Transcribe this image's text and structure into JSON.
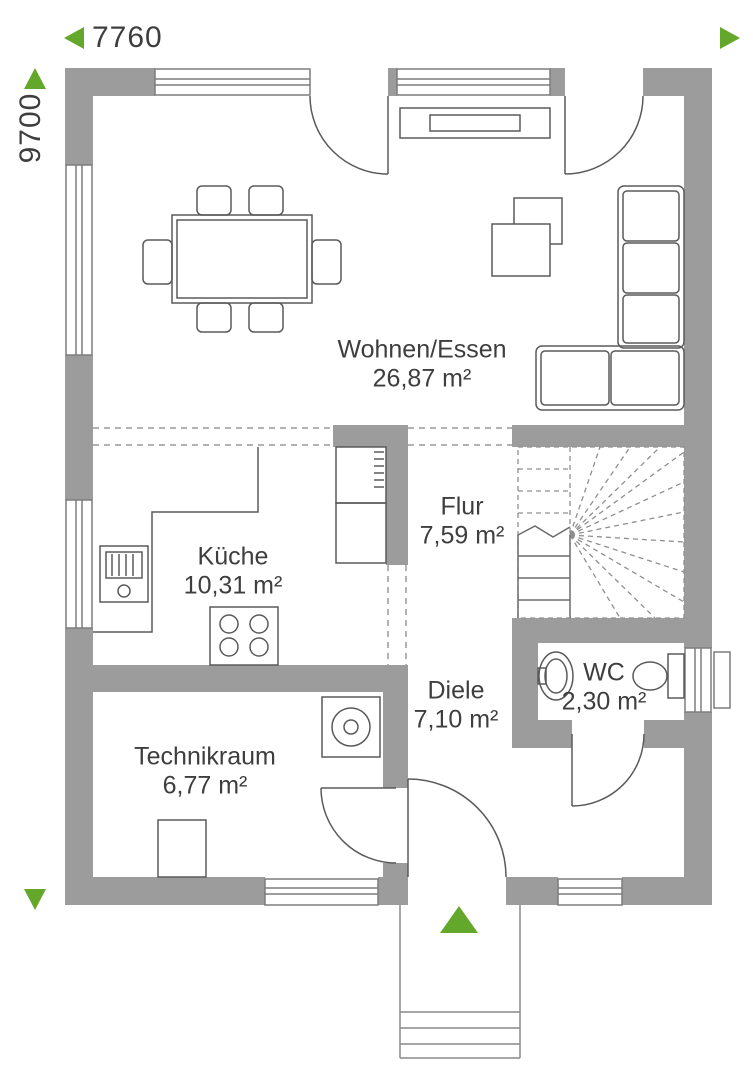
{
  "plan": {
    "dimensions": {
      "width_label": "7760",
      "height_label": "9700"
    },
    "rooms": [
      {
        "name": "Wohnen/Essen",
        "area": "26,87 m²"
      },
      {
        "name": "Küche",
        "area": "10,31 m²"
      },
      {
        "name": "Flur",
        "area": "7,59 m²"
      },
      {
        "name": "Diele",
        "area": "7,10 m²"
      },
      {
        "name": "WC",
        "area": "2,30 m²"
      },
      {
        "name": "Technikraum",
        "area": "6,77 m²"
      }
    ],
    "colors": {
      "accent_green": "#63a82b",
      "wall_gray": "#9c9c9c",
      "line_dark": "#5a5a5a",
      "text": "#3e3e3e"
    },
    "icons": [
      "dimension-arrow-left-icon",
      "dimension-arrow-right-icon",
      "dimension-arrow-up-icon",
      "dimension-arrow-down-icon",
      "entrance-direction-arrow-icon"
    ]
  }
}
